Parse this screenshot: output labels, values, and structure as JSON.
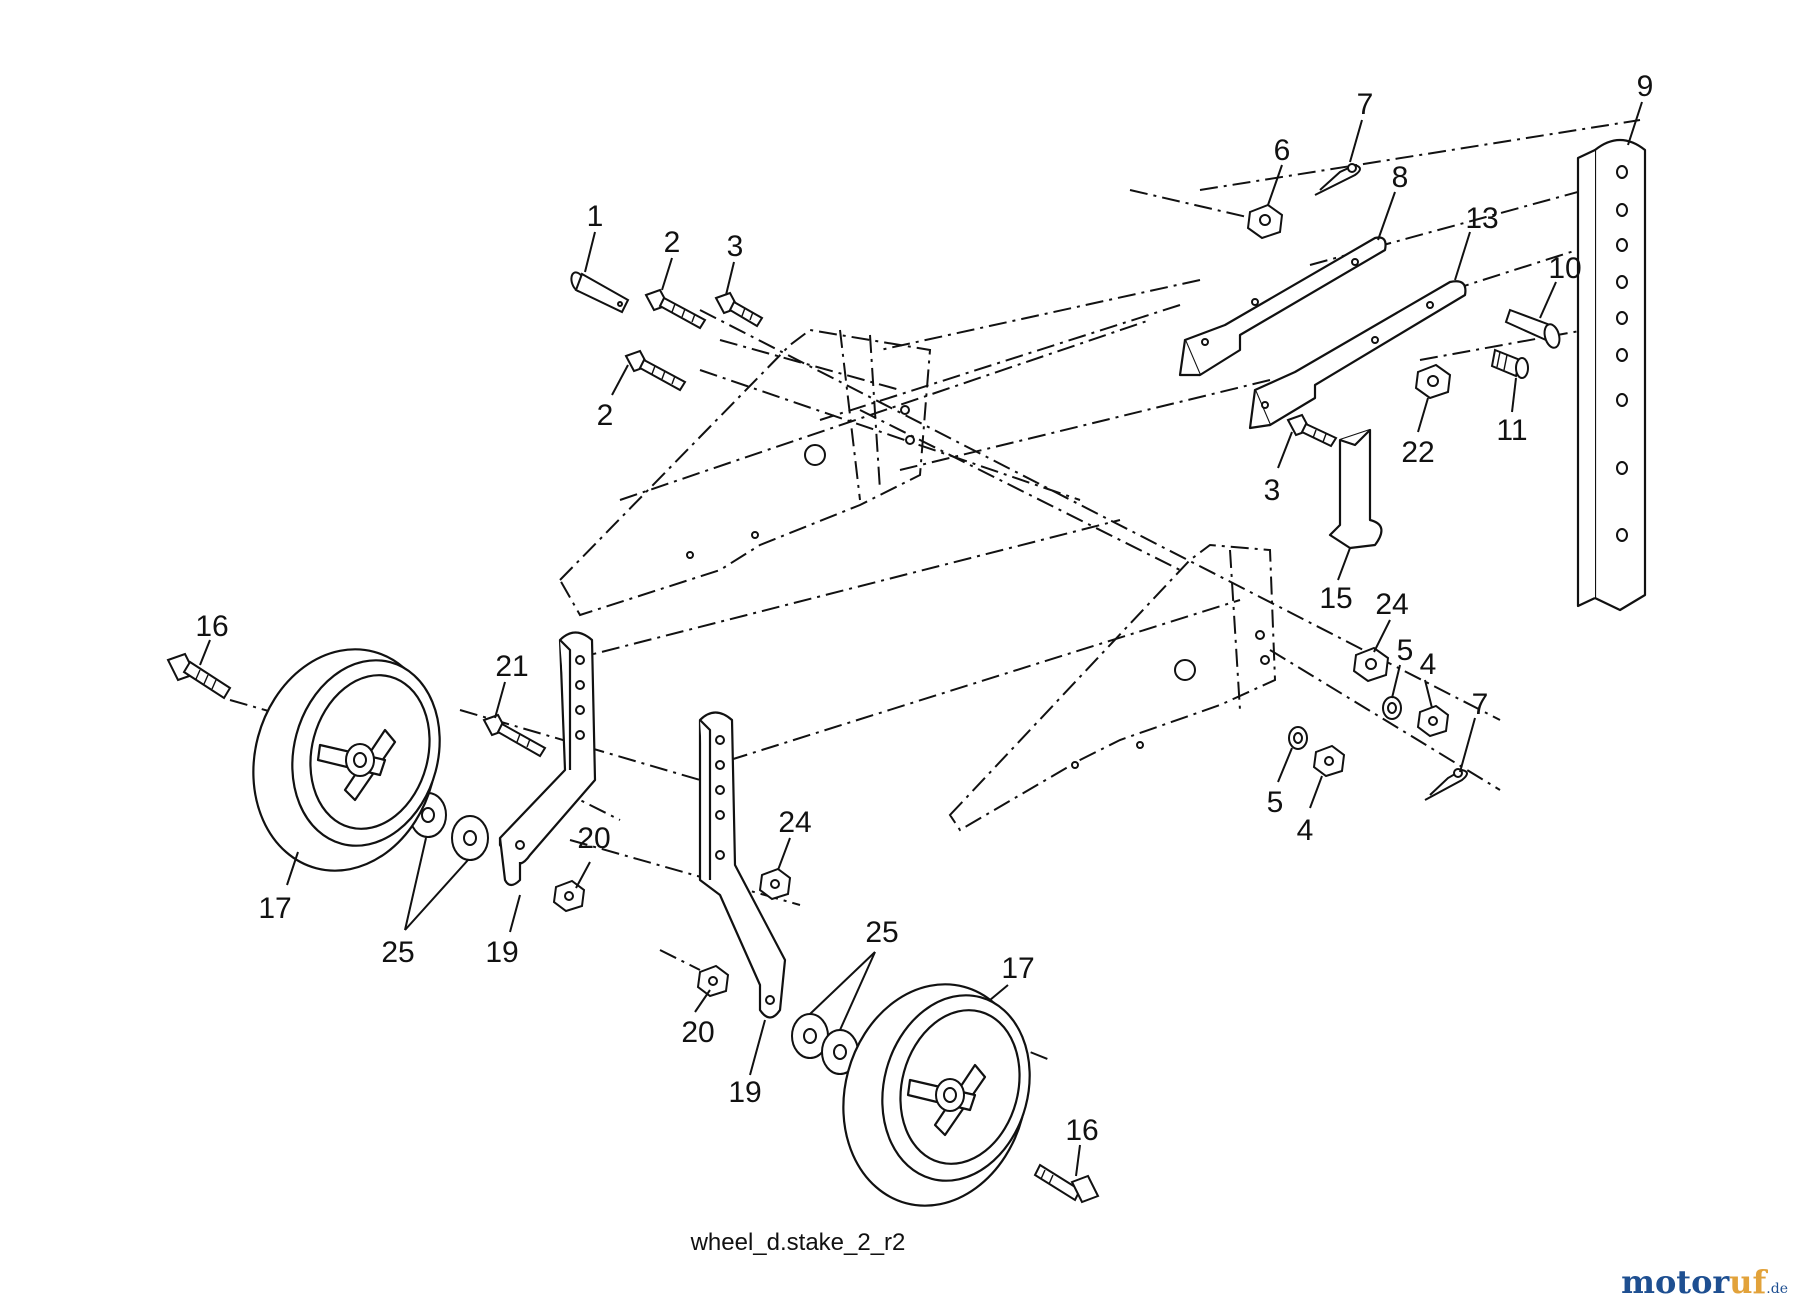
{
  "caption": "wheel_d.stake_2_r2",
  "watermark": {
    "main": "motor",
    "accent": "uf",
    "suffix": ".de",
    "main_color": "#1e4f91",
    "accent_color": "#e2a23a"
  },
  "callouts": [
    {
      "id": "c1",
      "label": "1"
    },
    {
      "id": "c2a",
      "label": "2"
    },
    {
      "id": "c2b",
      "label": "2"
    },
    {
      "id": "c3a",
      "label": "3"
    },
    {
      "id": "c3b",
      "label": "3"
    },
    {
      "id": "c4a",
      "label": "4"
    },
    {
      "id": "c4b",
      "label": "4"
    },
    {
      "id": "c5a",
      "label": "5"
    },
    {
      "id": "c5b",
      "label": "5"
    },
    {
      "id": "c6",
      "label": "6"
    },
    {
      "id": "c7a",
      "label": "7"
    },
    {
      "id": "c7b",
      "label": "7"
    },
    {
      "id": "c8",
      "label": "8"
    },
    {
      "id": "c9",
      "label": "9"
    },
    {
      "id": "c10",
      "label": "10"
    },
    {
      "id": "c11",
      "label": "11"
    },
    {
      "id": "c13",
      "label": "13"
    },
    {
      "id": "c15",
      "label": "15"
    },
    {
      "id": "c16a",
      "label": "16"
    },
    {
      "id": "c16b",
      "label": "16"
    },
    {
      "id": "c17a",
      "label": "17"
    },
    {
      "id": "c17b",
      "label": "17"
    },
    {
      "id": "c19a",
      "label": "19"
    },
    {
      "id": "c19b",
      "label": "19"
    },
    {
      "id": "c20a",
      "label": "20"
    },
    {
      "id": "c20b",
      "label": "20"
    },
    {
      "id": "c21",
      "label": "21"
    },
    {
      "id": "c22",
      "label": "22"
    },
    {
      "id": "c24a",
      "label": "24"
    },
    {
      "id": "c24b",
      "label": "24"
    },
    {
      "id": "c25a",
      "label": "25"
    },
    {
      "id": "c25b",
      "label": "25"
    }
  ]
}
